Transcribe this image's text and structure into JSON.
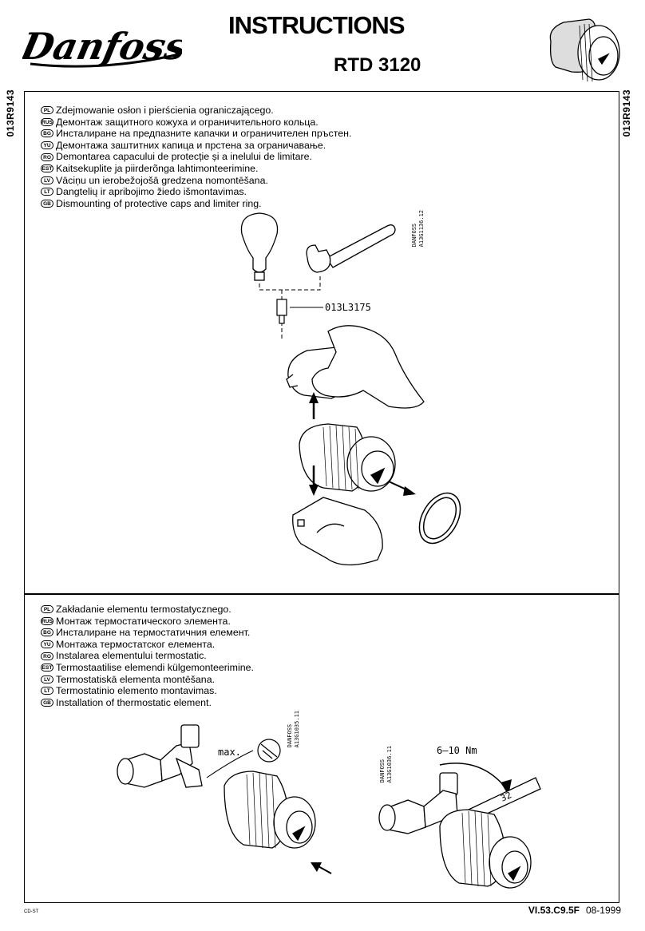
{
  "header": {
    "brand": "Danfoss",
    "title": "INSTRUCTIONS",
    "model": "RTD 3120",
    "side_code": "013R9143"
  },
  "section1": {
    "languages": [
      {
        "code": "PL",
        "text": "Zdejmowanie osłon i pierścienia ograniczającego."
      },
      {
        "code": "RUS",
        "text": "Демонтаж защитного кожуха и ограничительного кольца."
      },
      {
        "code": "BG",
        "text": "Инсталиране на предпазните капачки и ограничителен пръстен."
      },
      {
        "code": "YU",
        "text": "Демонтажа заштитних капица и прстена за ограничавање."
      },
      {
        "code": "RO",
        "text": "Demontarea capacului de protecție și a inelului de limitare."
      },
      {
        "code": "EST",
        "text": "Kaitsekuplite ja piirderõnga lahtimonteerimine."
      },
      {
        "code": "LV",
        "text": "Vāciņu un ierobežojošā gredzena nomontēšana."
      },
      {
        "code": "LT",
        "text": "Dangtelių ir apribojimo žiedo išmontavimas."
      },
      {
        "code": "GB",
        "text": "Dismounting of protective caps and limiter ring."
      }
    ],
    "part_number": "013L3175",
    "drawing_ref_1": "DANFOSS",
    "drawing_ref_2": "A13G1136.12"
  },
  "section2": {
    "languages": [
      {
        "code": "PL",
        "text": "Zakładanie elementu termostatycznego."
      },
      {
        "code": "RUS",
        "text": "Монтаж термостатического элемента."
      },
      {
        "code": "BG",
        "text": "Инсталиране на термостатичния елемент."
      },
      {
        "code": "YU",
        "text": "Монтажа термостатског елемента."
      },
      {
        "code": "RO",
        "text": "Instalarea elementului termostatic."
      },
      {
        "code": "EST",
        "text": "Termostaatilise elemendi külgemonteerimine."
      },
      {
        "code": "LV",
        "text": "Termostatiskā elementa montēšana."
      },
      {
        "code": "LT",
        "text": "Termostatinio elemento montavimas."
      },
      {
        "code": "GB",
        "text": "Installation of thermostatic element."
      }
    ],
    "max_label": "max.",
    "torque_label": "6–10 Nm",
    "wrench_size": "32",
    "drawing_ref_a1": "DANFOSS",
    "drawing_ref_a2": "A13G1035.11",
    "drawing_ref_b1": "DANFOSS",
    "drawing_ref_b2": "A13G1036.11"
  },
  "footer": {
    "left_code": "CD-ST",
    "doc_code": "VI.53.C9.5F",
    "date": "08-1999"
  }
}
